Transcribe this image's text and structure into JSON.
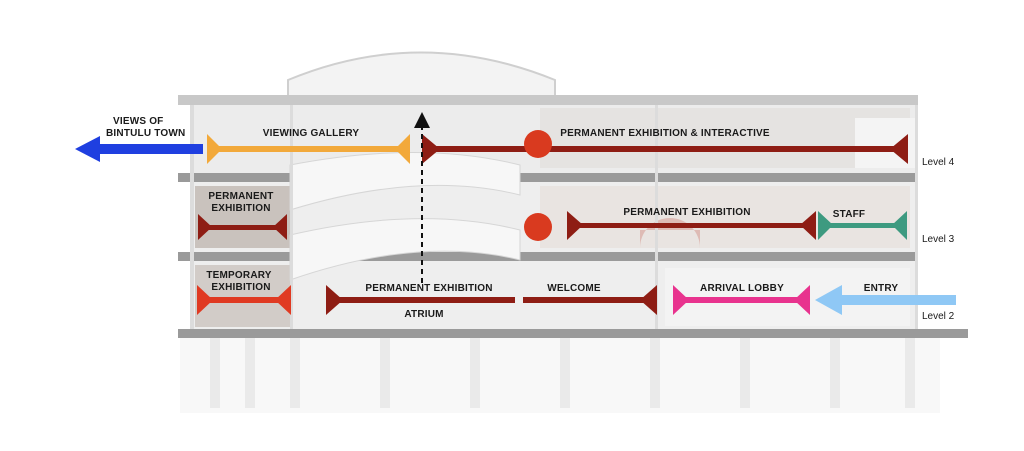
{
  "outside": {
    "views_label_line1": "VIEWS OF",
    "views_label_line2": "BINTULU TOWN",
    "entry_label": "ENTRY"
  },
  "levels": {
    "level4": "Level 4",
    "level3": "Level 3",
    "level2": "Level 2"
  },
  "zones": {
    "viewing_gallery": "VIEWING GALLERY",
    "perm_interactive": "PERMANENT EXHIBITION & INTERACTIVE",
    "perm_left_line1": "PERMANENT",
    "perm_left_line2": "EXHIBITION",
    "perm_level3": "PERMANENT EXHIBITION",
    "staff": "STAFF",
    "temp_line1": "TEMPORARY",
    "temp_line2": "EXHIBITION",
    "perm_level2": "PERMANENT EXHIBITION",
    "welcome": "WELCOME",
    "arrival_lobby": "ARRIVAL LOBBY",
    "atrium": "ATRIUM"
  },
  "colors": {
    "dark_red": "#8e1d14",
    "red_dot": "#d93a1f",
    "orange": "#f2a93b",
    "blue": "#1f3fe0",
    "light_blue": "#8fc8f5",
    "green": "#3d9a80",
    "pink": "#e8338e",
    "bright_red": "#e03a22"
  }
}
